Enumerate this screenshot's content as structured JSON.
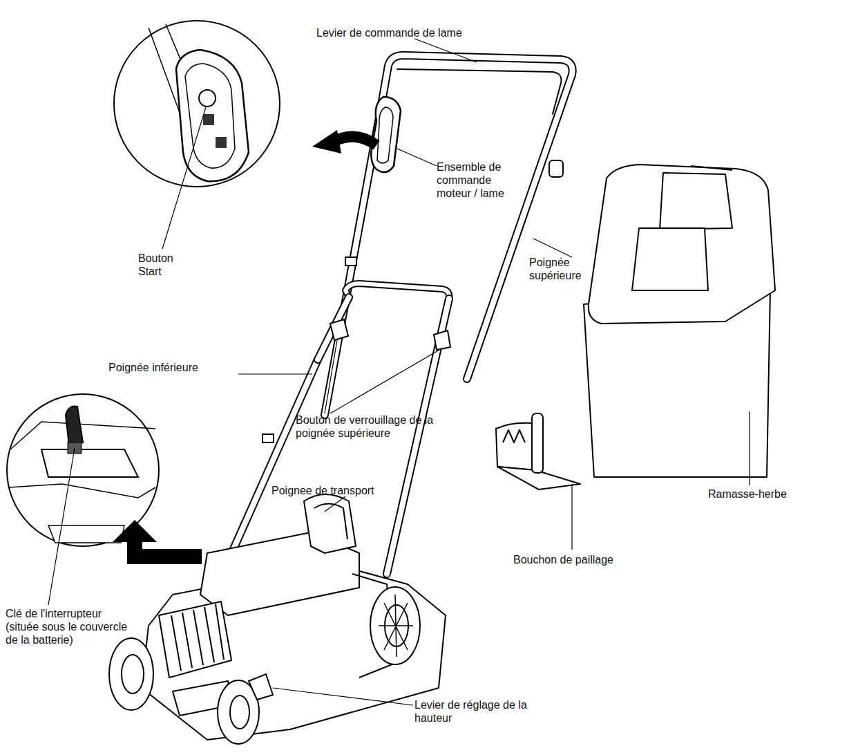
{
  "diagram": {
    "labels": [
      "Levier de commande de lame",
      "Ensemble de commande moteur / lame",
      "Bouton Start",
      "Poignée supérieure",
      "Poignée inférieure",
      "Bouton de verrouillage de la poignée supérieure",
      "Poignee de transport",
      "Ramasse-herbe",
      "Bouchon de paillage",
      "Clé de l'interrupteur (située sous le couvercle de la batterie)",
      "Levier de réglage de la hauteur"
    ]
  }
}
